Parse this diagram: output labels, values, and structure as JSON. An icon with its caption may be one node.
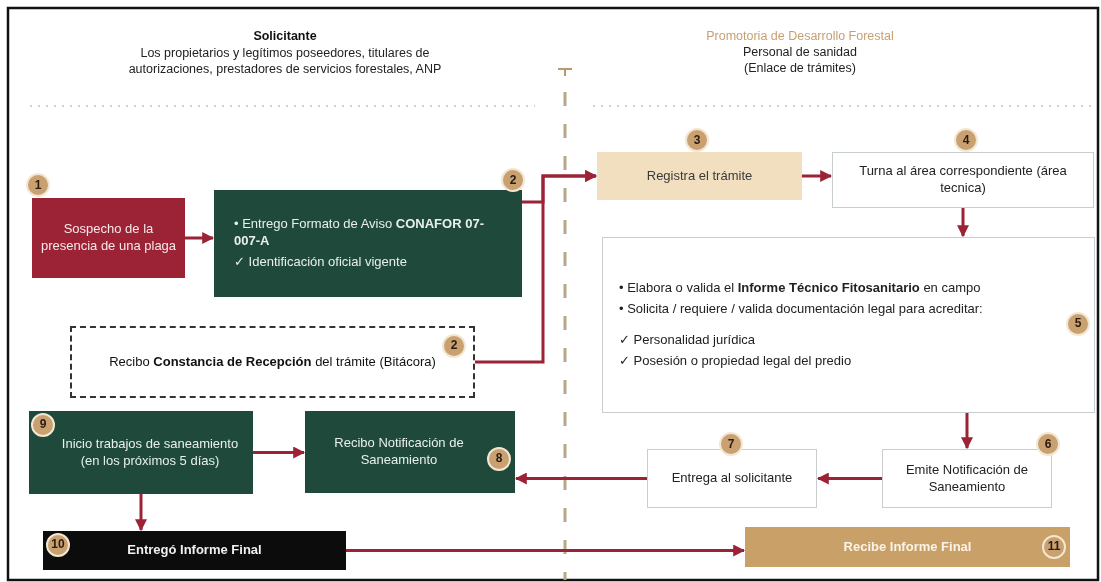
{
  "diagram": {
    "nodes": [
      {
        "text": [
          "Sospecho de la presencia de una plaga"
        ],
        "beside": [
          "1"
        ]
      },
      {
        "text": [
          "• Entrego Formato de Aviso **CONAFOR 07-007-A**",
          "✓ Identificación oficial vigente"
        ],
        "beside": [
          "2"
        ]
      },
      {
        "text": [
          "2",
          "Recibo **Constancia de Recepción** del trámite (Bitácora)"
        ]
      },
      {
        "text": [
          "Registra el trámite"
        ],
        "beside": [
          "3"
        ]
      },
      {
        "text": [
          "Turna al área correspondiente (área tecnica)"
        ],
        "beside": [
          "4"
        ]
      },
      {
        "text": [
          "5",
          "• Elabora o valida el **Informe Técnico Fitosanitario** en campo",
          "• Solicita / requiere / valida documentación legal para acreditar:",
          "✓ Personalidad jurídica",
          "✓ Posesión o propiedad legal del predio"
        ]
      },
      {
        "text": [
          "Emite Notificación de Saneamiento"
        ],
        "beside": [
          "6"
        ]
      },
      {
        "text": [
          "Entrega al solicitante"
        ],
        "beside": [
          "7"
        ]
      },
      {
        "text": [
          "Recibo Notificación de Saneamiento",
          "8"
        ]
      },
      {
        "text": [
          "9",
          "Inicio trabajos de saneamiento (en los próximos 5 días)"
        ]
      },
      {
        "text": [
          "10",
          "Entregó Informe Final"
        ]
      },
      {
        "text": [
          "Recibe Informe Final",
          "11"
        ]
      }
    ],
    "edges": [
      {
        "from": 0,
        "to": 1,
        "arrow": "to"
      },
      {
        "from": 1,
        "to": 3,
        "arrow": "to"
      },
      {
        "from": 2,
        "to": 3,
        "arrow": "to"
      },
      {
        "from": 3,
        "to": 4,
        "arrow": "to"
      },
      {
        "from": 4,
        "to": 5,
        "arrow": "to"
      },
      {
        "from": 5,
        "to": 6,
        "arrow": "to"
      },
      {
        "from": 6,
        "to": 7,
        "arrow": "to"
      },
      {
        "from": 7,
        "to": 8,
        "arrow": "to"
      },
      {
        "from": 9,
        "to": 8,
        "arrow": "to"
      },
      {
        "from": 9,
        "to": 10,
        "arrow": "to"
      },
      {
        "from": 10,
        "to": 11,
        "arrow": "to"
      }
    ],
    "labels": [
      "Solicitante",
      "Los propietarios y legítimos poseedores, titulares de autorizaciones, prestadores de servicios forestales, ANP",
      "Promotoria de Desarrollo Forestal",
      "Personal de sanidad (Enlace de trámites)"
    ]
  }
}
